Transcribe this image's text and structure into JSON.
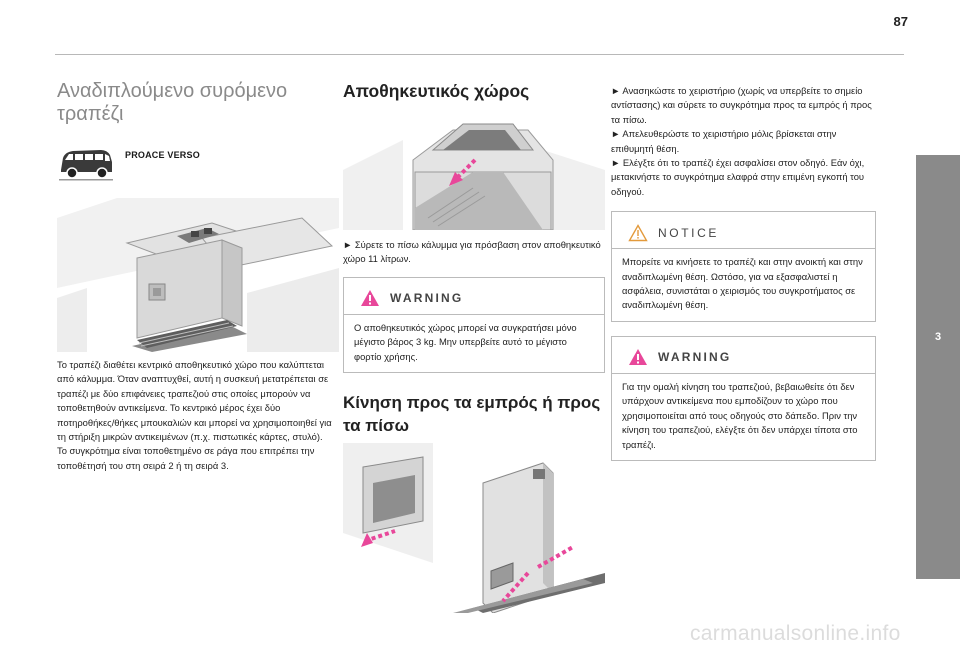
{
  "page": {
    "number": "87"
  },
  "chapter": {
    "number": "3",
    "title": "Ευκολία χρήσης και άνεση"
  },
  "col1": {
    "heading": "Αναδιπλούμενο συρόμενο τραπέζι",
    "model": "PROACE VERSO",
    "paragraph": "Το τραπέζι διαθέτει κεντρικό αποθηκευτικό χώρο που καλύπτεται από κάλυμμα. Όταν αναπτυχθεί, αυτή η συσκευή μετατρέπεται σε τραπέζι με δύο επιφάνειες τραπεζιού στις οποίες μπορούν να τοποθετηθούν αντικείμενα. Το κεντρικό μέρος έχει δύο ποτηροθήκες/θήκες μπουκαλιών και μπορεί να χρησιμοποιηθεί για τη στήριξη μικρών αντικειμένων (π.χ. πιστωτικές κάρτες, στυλό).",
    "paragraph2": "Το συγκρότημα είναι τοποθετημένο σε ράγα που επιτρέπει την τοποθέτησή του στη σειρά 2 ή τη σειρά 3."
  },
  "col2": {
    "heading": "Αποθηκευτικός χώρος",
    "step": "► Σύρετε το πίσω κάλυμμα για πρόσβαση στον αποθηκευτικό χώρο 11 λίτρων.",
    "warning_label": "WARNING",
    "warning_text": "Ο αποθηκευτικός χώρος μπορεί να συγκρατήσει μόνο μέγιστο βάρος 3 kg. Μην υπερβείτε αυτό το μέγιστο φορτίο χρήσης.",
    "heading2": "Κίνηση προς τα εμπρός ή προς τα πίσω"
  },
  "col3": {
    "steps": [
      "► Ανασηκώστε το χειριστήριο (χωρίς να υπερβείτε το σημείο αντίστασης) και σύρετε το συγκρότημα προς τα εμπρός ή προς τα πίσω.",
      "► Απελευθερώστε το χειριστήριο μόλις βρίσκεται στην επιθυμητή θέση.",
      "► Ελέγξτε ότι το τραπέζι έχει ασφαλίσει στον οδηγό. Εάν όχι, μετακινήστε το συγκρότημα ελαφρά στην επιμένη εγκοπή του οδηγού."
    ],
    "notice_label": "NOTICE",
    "notice_text": "Μπορείτε να κινήσετε το τραπέζι και στην ανοικτή και στην αναδιπλωμένη θέση. Ωστόσο, για να εξασφαλιστεί η ασφάλεια, συνιστάται ο χειρισμός του συγκροτήματος σε αναδιπλωμένη θέση.",
    "warning_label": "WARNING",
    "warning_text": "Για την ομαλή κίνηση του τραπεζιού, βεβαιωθείτε ότι δεν υπάρχουν αντικείμενα που εμποδίζουν το χώρο που χρησιμοποιείται από τους οδηγούς στο δάπεδο. Πριν την κίνηση του τραπεζιού, ελέγξτε ότι δεν υπάρχει τίποτα στο τραπέζι."
  },
  "watermark": "carmanualsonline.info",
  "colors": {
    "accent_pink": "#e8479a",
    "tab_grey": "#8a8a8a",
    "heading_grey": "#8a8a8a",
    "notice_orange": "#e39a3c"
  }
}
